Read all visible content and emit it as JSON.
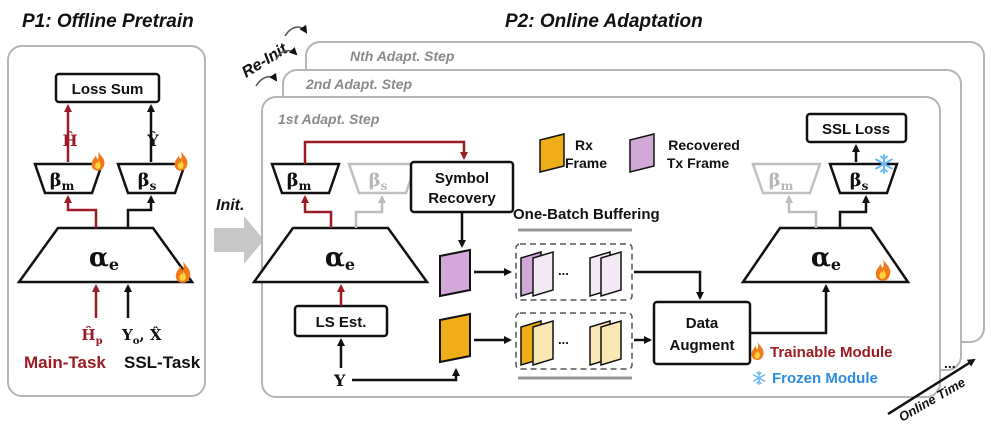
{
  "p1": {
    "title": "P1: Offline Pretrain",
    "loss_sum": "Loss Sum",
    "h_hat": "Ĥ",
    "y_hat": "Ŷ",
    "beta_m": "β",
    "beta_m_sub": "m",
    "beta_s": "β",
    "beta_s_sub": "s",
    "alpha": "α",
    "alpha_sub": "e",
    "input_main": "Ĥ",
    "input_main_sub": "p",
    "input_ssl": "Y",
    "input_ssl_sub": "o",
    "input_ssl_rest": ", X̂",
    "main_task": "Main-Task",
    "ssl_task": "SSL-Task"
  },
  "init_label": "Init.",
  "reinit_label": "Re-Init",
  "p2": {
    "title": "P2: Online Adaptation",
    "nth_step": "Nth Adapt. Step",
    "second_step": "2nd Adapt. Step",
    "first_step": "1st Adapt. Step",
    "symbol_recovery_1": "Symbol",
    "symbol_recovery_2": "Recovery",
    "one_batch": "One-Batch Buffering",
    "ls_est": "LS Est.",
    "y_input": "Y",
    "data_augment_1": "Data",
    "data_augment_2": "Augment",
    "ssl_loss": "SSL Loss",
    "rx_1": "Rx",
    "rx_2": "Frame",
    "recovered_1": "Recovered",
    "recovered_2": "Tx Frame",
    "ellipsis": "...",
    "trainable": "Trainable Module",
    "frozen": "Frozen Module",
    "online_time": "Online Time",
    "dots": "..."
  },
  "colors": {
    "red": "#9b1c24",
    "rx_frame": "#f0ad1a",
    "recovered_frame": "#d2a8d8",
    "frozen_blue": "#2d8be0",
    "arrow_gray": "#c8c8c8",
    "panel_border": "#b5b5b5",
    "fire": "#f07a1a"
  },
  "icons": {
    "trainable": "fire-icon",
    "frozen": "snowflake-icon"
  }
}
